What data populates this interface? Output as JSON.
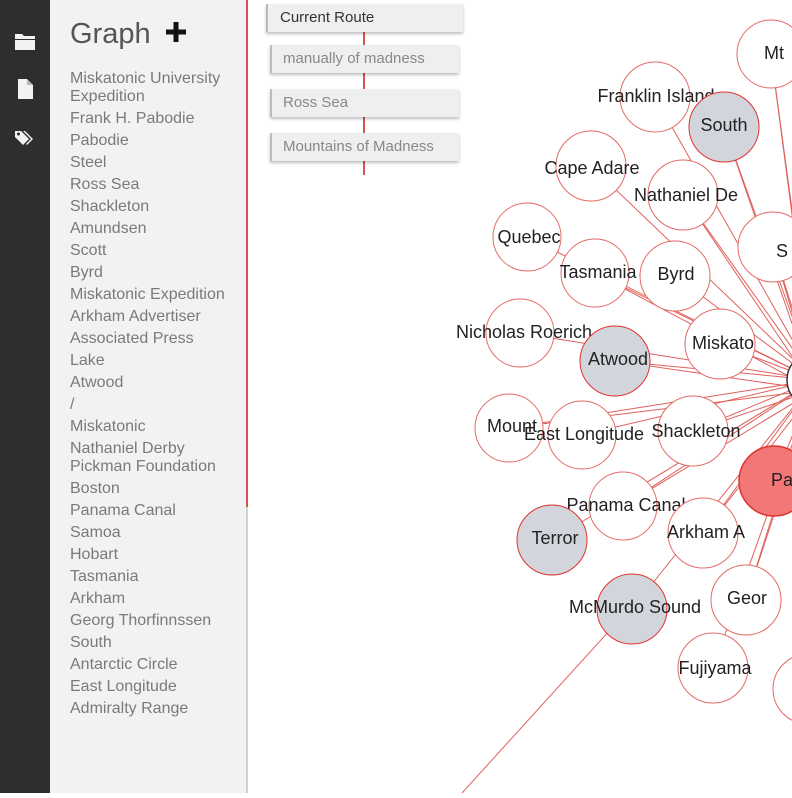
{
  "sidebar": {
    "icons": [
      "folder-icon",
      "document-icon",
      "tags-icon"
    ]
  },
  "panel": {
    "title": "Graph",
    "add_symbol": "+",
    "items": [
      "Miskatonic University Expedition",
      "Frank H. Pabodie",
      "Pabodie",
      "Steel",
      "Ross Sea",
      "Shackleton",
      "Amundsen",
      "Scott",
      "Byrd",
      "Miskatonic Expedition",
      "Arkham Advertiser",
      "Associated Press",
      "Lake",
      "Atwood",
      "/",
      "Miskatonic",
      "Nathaniel Derby Pickman Foundation",
      "Boston",
      "Panama Canal",
      "Samoa",
      "Hobart",
      "Tasmania",
      "Arkham",
      "Georg Thorfinnssen",
      "South",
      "Antarctic Circle",
      "East Longitude",
      "Admiralty Range"
    ]
  },
  "route": {
    "items": [
      "Current Route",
      "manually of madness",
      "Ross Sea",
      "Mountains of Madness"
    ]
  },
  "graph": {
    "colors": {
      "edge": "#e0605c",
      "node_border": "#e36b66",
      "highlight_fill": "#d3d5dd",
      "selected_fill": "#f27878",
      "selected_border": "#e0322d"
    },
    "nodes": [
      {
        "label": "Mt",
        "state": "normal"
      },
      {
        "label": "Franklin Island",
        "state": "normal"
      },
      {
        "label": "South",
        "state": "highlight"
      },
      {
        "label": "Cape Adare",
        "state": "normal"
      },
      {
        "label": "Nathaniel De",
        "state": "normal"
      },
      {
        "label": "Quebec",
        "state": "normal"
      },
      {
        "label": "Tasmania",
        "state": "normal"
      },
      {
        "label": "Byrd",
        "state": "normal"
      },
      {
        "label": "S",
        "state": "normal"
      },
      {
        "label": "Nicholas Roerich",
        "state": "normal"
      },
      {
        "label": "Atwood",
        "state": "highlight"
      },
      {
        "label": "Miskato",
        "state": "normal"
      },
      {
        "label": "Mount",
        "state": "normal"
      },
      {
        "label": "East Longitude",
        "state": "normal"
      },
      {
        "label": "Shackleton",
        "state": "normal"
      },
      {
        "label": "Pa",
        "state": "selected"
      },
      {
        "label": "Panama Canal",
        "state": "normal"
      },
      {
        "label": "Terror",
        "state": "highlight"
      },
      {
        "label": "Arkham A",
        "state": "normal"
      },
      {
        "label": "McMurdo Sound",
        "state": "highlight"
      },
      {
        "label": "Geor",
        "state": "normal"
      },
      {
        "label": "Fujiyama",
        "state": "normal"
      },
      {
        "label": "",
        "state": "normal"
      }
    ]
  }
}
